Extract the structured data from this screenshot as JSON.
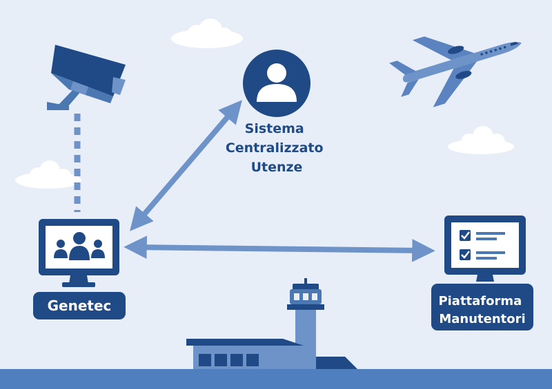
{
  "nodes": {
    "central": {
      "lines": [
        "Sistema",
        "Centralizzato",
        "Utenze"
      ]
    },
    "genetec": {
      "label": "Genetec"
    },
    "maintenance": {
      "lines": [
        "Piattaforma",
        "Manutentori"
      ]
    }
  },
  "icons": [
    "cctv-camera-icon",
    "user-icon",
    "airplane-icon",
    "monitor-icon",
    "users-group-icon",
    "checklist-icon",
    "control-tower-icon",
    "terminal-building-icon",
    "cloud-icon"
  ],
  "colors": {
    "background": "#e8eef8",
    "navy": "#1f4a86",
    "mid_blue": "#4c78b2",
    "light_blue": "#7a9fd0",
    "arrow": "#6e93c8",
    "ground": "#4f7fbf",
    "cloud": "#ffffff"
  }
}
